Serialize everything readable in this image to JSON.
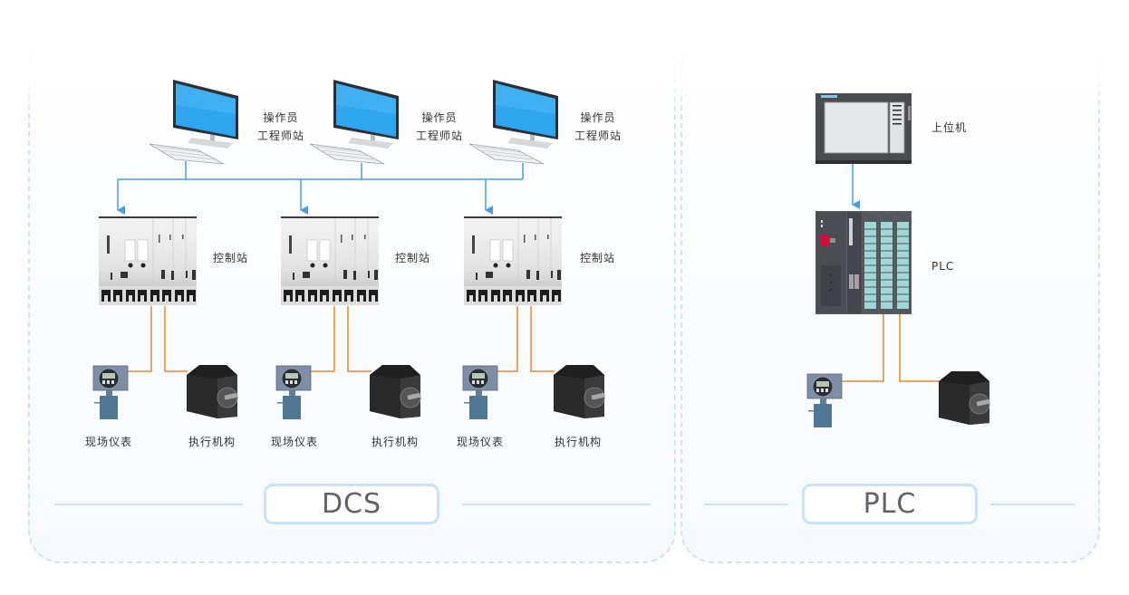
{
  "colors": {
    "network_line": "#4a9be8",
    "field_line": "#e0892b",
    "panel_border": "#cfe3f7",
    "badge_border": "#c9e2fb",
    "badge_text": "#5f616b"
  },
  "dcs": {
    "title": "DCS",
    "workstations": [
      {
        "label_line1": "操作员",
        "label_line2": "工程师站",
        "icon": "computer-icon"
      },
      {
        "label_line1": "操作员",
        "label_line2": "工程师站",
        "icon": "computer-icon"
      },
      {
        "label_line1": "操作员",
        "label_line2": "工程师站",
        "icon": "computer-icon"
      }
    ],
    "controllers": [
      {
        "label": "控制站",
        "icon": "control-station-icon"
      },
      {
        "label": "控制站",
        "icon": "control-station-icon"
      },
      {
        "label": "控制站",
        "icon": "control-station-icon"
      }
    ],
    "field_devices": [
      {
        "instrument_label": "现场仪表",
        "actuator_label": "执行机构"
      },
      {
        "instrument_label": "现场仪表",
        "actuator_label": "执行机构"
      },
      {
        "instrument_label": "现场仪表",
        "actuator_label": "执行机构"
      }
    ]
  },
  "plc": {
    "title": "PLC",
    "host_label": "上位机",
    "plc_label": "PLC",
    "host_icon": "hmi-panel-icon",
    "plc_icon": "plc-rack-icon"
  }
}
